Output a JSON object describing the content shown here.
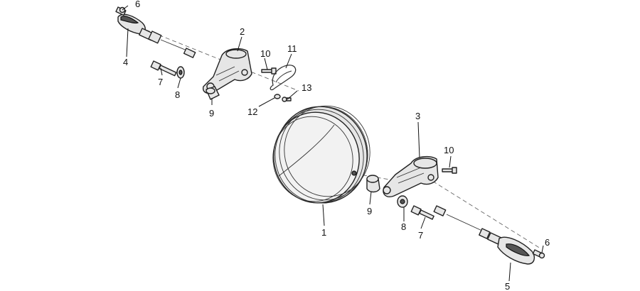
{
  "callouts": {
    "c1": "1",
    "c2": "2",
    "c3": "3",
    "c4": "4",
    "c5": "5",
    "c6a": "6",
    "c6b": "6",
    "c7a": "7",
    "c7b": "7",
    "c8a": "8",
    "c8b": "8",
    "c9a": "9",
    "c9b": "9",
    "c10a": "10",
    "c10b": "10",
    "c11": "11",
    "c12": "12",
    "c13": "13"
  }
}
